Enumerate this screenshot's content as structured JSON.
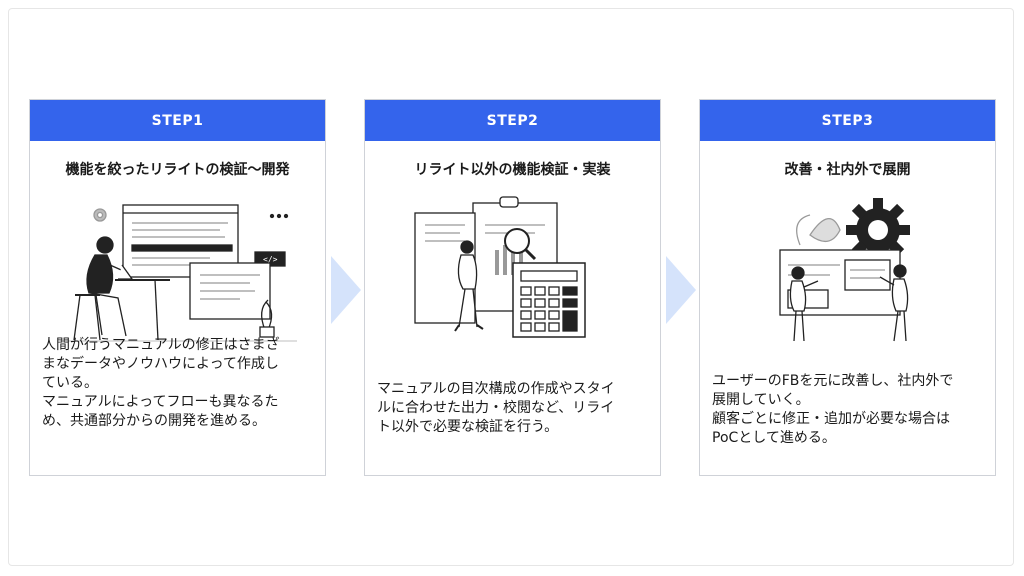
{
  "colors": {
    "accent": "#3464ec",
    "arrow": "#d5e3fb",
    "border": "#cfd2d8"
  },
  "steps": [
    {
      "label": "STEP1",
      "title": "機能を絞ったリライトの検証〜開発",
      "illustration": "developer-at-desk-illustration",
      "description": "人間が行うマニュアルの修正はさまざ\nまなデータやノウハウによって作成し\nている。\nマニュアルによってフローも異なるた\nめ、共通部分からの開発を進める。"
    },
    {
      "label": "STEP2",
      "title": "リライト以外の機能検証・実装",
      "illustration": "analysis-calculator-illustration",
      "description": "マニュアルの目次構成の作成やスタイ\nルに合わせた出力・校閲など、リライ\nト以外で必要な検証を行う。"
    },
    {
      "label": "STEP3",
      "title": "改善・社内外で展開",
      "illustration": "gear-team-illustration",
      "description": "ユーザーのFBを元に改善し、社内外で\n展開していく。\n顧客ごとに修正・追加が必要な場合は\nPoCとして進める。"
    }
  ],
  "arrows": [
    "chevron-right-icon",
    "chevron-right-icon"
  ]
}
